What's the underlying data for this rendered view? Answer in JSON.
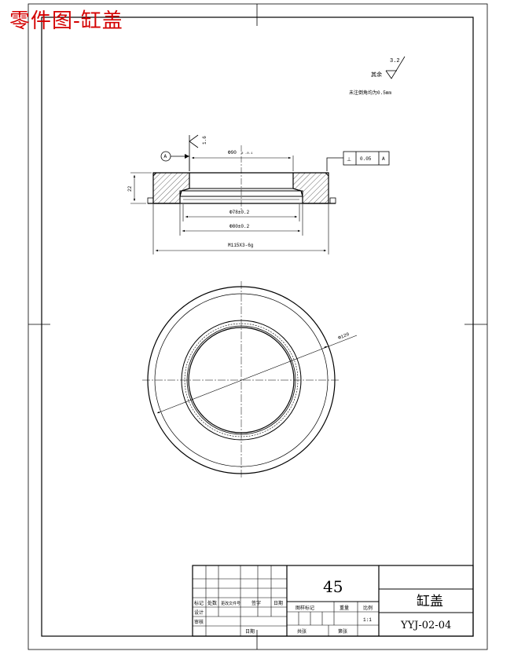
{
  "document": {
    "title": "零件图-缸盖",
    "title_color": "#d40000"
  },
  "notes": {
    "roughness_prefix": "其余",
    "roughness_value": "3.2",
    "tech_requirement": "未注倒角均为0.5mm"
  },
  "front_view": {
    "datum_label": "A",
    "weld_value": "1.6",
    "dim_top_bore": "Φ90",
    "dim_top_bore_tol": "0 -0.1",
    "dim_height": "22",
    "dim_bore_1": "Φ78±0.2",
    "dim_bore_2": "Φ80±0.2",
    "dim_thread": "M115X3-6g",
    "perp_symbol": "⊥",
    "perp_tolerance": "0.05",
    "perp_datum": "A"
  },
  "top_view": {
    "dim_diameter": "Φ120"
  },
  "title_block": {
    "material": "45",
    "part_name": "缸盖",
    "drawing_no": "YYJ-02-04",
    "scale": "1:1",
    "labels": {
      "mark": "标记",
      "count": "处数",
      "change_doc": "更改文件号",
      "signature": "签字",
      "date": "日期",
      "design": "设计",
      "approve": "审核",
      "drawing_mark": "图样标记",
      "weight": "重量",
      "scale_label": "比例",
      "total": "共张",
      "sheet": "第张",
      "date2": "日期"
    }
  },
  "colors": {
    "line": "#000000"
  }
}
